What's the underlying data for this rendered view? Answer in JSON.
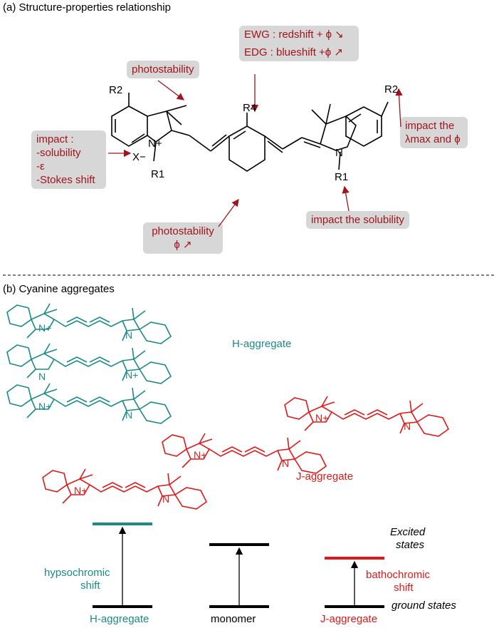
{
  "panel_a": {
    "title": "(a) Structure-properties relationship",
    "callouts": {
      "ewg_edg": [
        "EWG : redshift + ϕ ↘",
        "EDG : blueshift +ϕ ↗"
      ],
      "photostability_top": "photostability",
      "impact_left": [
        "impact :",
        "-solubility",
        "-ε",
        "-Stokes shift"
      ],
      "impact_right": [
        "impact the",
        "λmax and ϕ"
      ],
      "impact_solubility": "impact the solubility",
      "photostability_bottom": [
        "photostability",
        "ϕ ↗"
      ]
    },
    "atoms": {
      "r2_left": "R2",
      "r2_right": "R2",
      "r4": "R4",
      "x_minus": "X−",
      "n_plus": "N+",
      "r1_left": "R1",
      "n_right": "N",
      "r1_right": "R1"
    }
  },
  "panel_b": {
    "title": "(b) Cyanine aggregates",
    "h_aggregate_label": "H-aggregate",
    "j_aggregate_label": "J-aggregate",
    "atoms": {
      "n_plus": "N+",
      "n": "N"
    }
  },
  "energy_diagram": {
    "excited_states": [
      "Excited",
      "states"
    ],
    "ground_states": "ground states",
    "hypsochromic": [
      "hypsochromic",
      "shift"
    ],
    "bathochromic": [
      "bathochromic",
      "shift"
    ],
    "h_aggregate": "H-aggregate",
    "monomer": "monomer",
    "j_aggregate": "J-aggregate"
  },
  "colors": {
    "teal": "#1a8a87",
    "red": "#e01818",
    "callout_text": "#a0141c",
    "callout_bg": "#d7d7d7"
  }
}
